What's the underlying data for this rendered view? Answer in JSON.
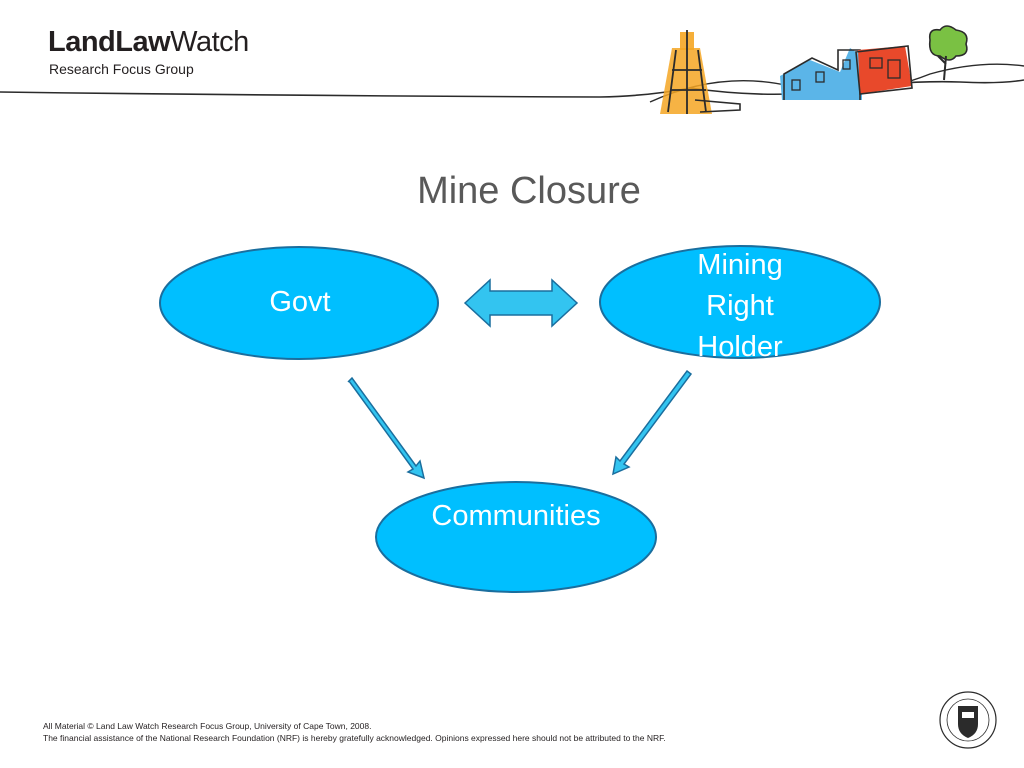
{
  "logo": {
    "bold": "LandLaw",
    "regular": "Watch",
    "subtitle": "Research Focus Group"
  },
  "title": "Mine Closure",
  "nodes": {
    "govt": "Govt",
    "mining_right_holder": "Mining Right Holder",
    "communities": "Communities"
  },
  "footer": {
    "line1": "All Material © Land Law Watch Research Focus Group, University of Cape Town, 2008.",
    "line2": "The financial assistance of the National Research Foundation (NRF) is hereby gratefully acknowledged. Opinions expressed here should not be attributed to the NRF."
  },
  "colors": {
    "node_fill": "#00bfff",
    "node_stroke": "#1a6e9e",
    "arrow_fill": "#33c4f0"
  }
}
